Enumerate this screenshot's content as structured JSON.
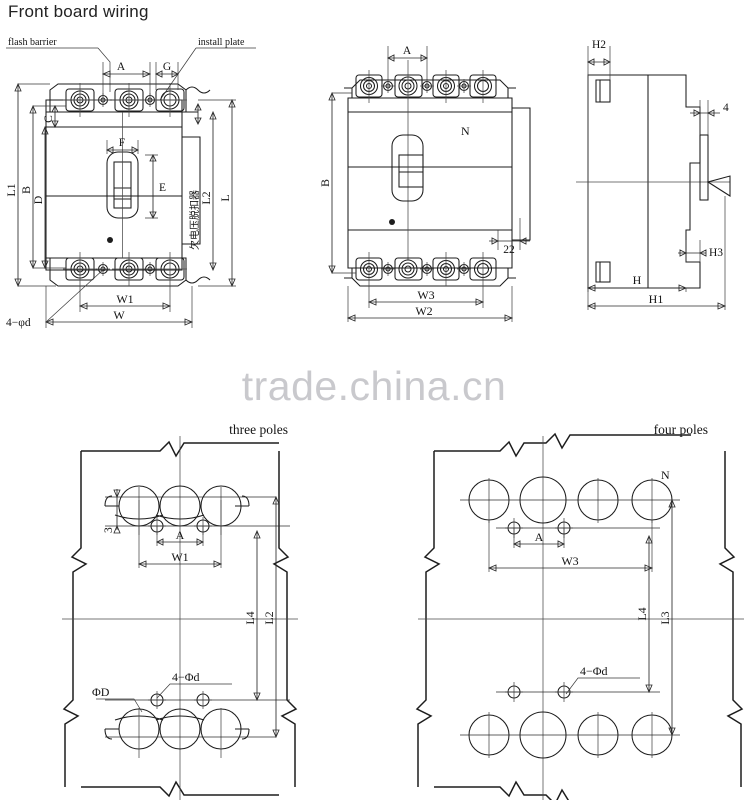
{
  "page": {
    "title": "Front board wiring",
    "watermark": "trade.china.cn"
  },
  "views": {
    "front": {
      "name": "front-view-three-pole",
      "callouts": {
        "flash_barrier": "flash barrier",
        "install_plate": "install plate",
        "undervoltage_release_cn": "欠电压脱扣器"
      },
      "dimensions": {
        "A": "A",
        "G": "G",
        "C": "C",
        "B": "B",
        "D": "D",
        "E": "E",
        "F": "F",
        "L": "L",
        "L1": "L1",
        "L2": "L2",
        "W": "W",
        "W1": "W1",
        "hole_note": "4−φd"
      },
      "terminal_count": 3,
      "screw_count": 2
    },
    "middle": {
      "name": "front-view-four-pole",
      "labels": {
        "neutral": "N"
      },
      "dimensions": {
        "A": "A",
        "B": "B",
        "W2": "W2",
        "W3": "W3",
        "depth_22": "22"
      },
      "terminal_count": 4,
      "screw_count": 3
    },
    "side": {
      "name": "side-view",
      "dimensions": {
        "H": "H",
        "H1": "H1",
        "H2": "H2",
        "H3": "H3",
        "gap_4": "4"
      }
    },
    "panel_three": {
      "name": "panel-cutout-three-poles",
      "caption": "three poles",
      "dimensions": {
        "A": "A",
        "W1": "W1",
        "L2": "L2",
        "L4": "L4",
        "gap_3": "3",
        "big_hole": "ΦD",
        "small_holes": "4−Φd"
      },
      "big_hole_count": 3,
      "small_hole_count": 2
    },
    "panel_four": {
      "name": "panel-cutout-four-poles",
      "caption": "four poles",
      "labels": {
        "neutral": "N"
      },
      "dimensions": {
        "A": "A",
        "W3": "W3",
        "L3": "L3",
        "L4": "L4",
        "small_holes": "4−Φd"
      },
      "big_hole_count": 4,
      "small_hole_count": 2
    }
  },
  "colors": {
    "line": "#1d1d1d",
    "centerline": "#4a4a4a",
    "text": "#141414",
    "watermark": "#c9c9cd",
    "background": "#ffffff"
  }
}
